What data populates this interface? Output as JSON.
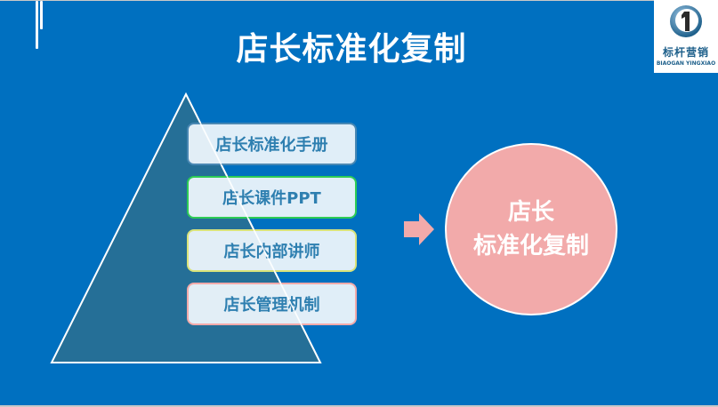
{
  "slide": {
    "title": "店长标准化复制",
    "background_color": "#0070c0"
  },
  "logo": {
    "mark_icon": "number-1-logo-icon",
    "name_cn": "标杆营销",
    "name_en": "BIAOGAN YINGXIAO"
  },
  "pyramid": {
    "fill_color": "#256f97",
    "outline_color": "#ffffff",
    "items": [
      {
        "label": "店长标准化手册",
        "border_color": "#4a88b3"
      },
      {
        "label": "店长课件PPT",
        "border_color": "#2ecc55"
      },
      {
        "label": "店长内部讲师",
        "border_color": "#d9e37a"
      },
      {
        "label": "店长管理机制",
        "border_color": "#f2aaaa"
      }
    ]
  },
  "arrow": {
    "icon": "right-arrow-icon",
    "color": "#f2aaaa"
  },
  "result_circle": {
    "line1": "店长",
    "line2": "标准化复制",
    "fill_color": "#f2aaaa"
  }
}
